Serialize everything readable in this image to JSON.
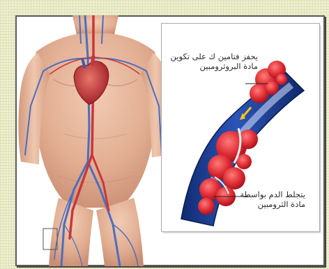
{
  "illustration": {
    "label_top_line1": "يحفز فتامين ك على تكوين",
    "label_top_line2": "مادة البروثرومبين",
    "label_bottom_line1": "يتجلط الدم بواسطة",
    "label_bottom_line2": "مادة الثرومبين"
  },
  "colors": {
    "frame_bg": "#eef0cf",
    "skin": "#e4b49a",
    "vein_blue": "#4a6fc0",
    "artery_red": "#c8373a",
    "vessel_blue": "#1e3e96",
    "clot_red": "#dd2a33"
  }
}
